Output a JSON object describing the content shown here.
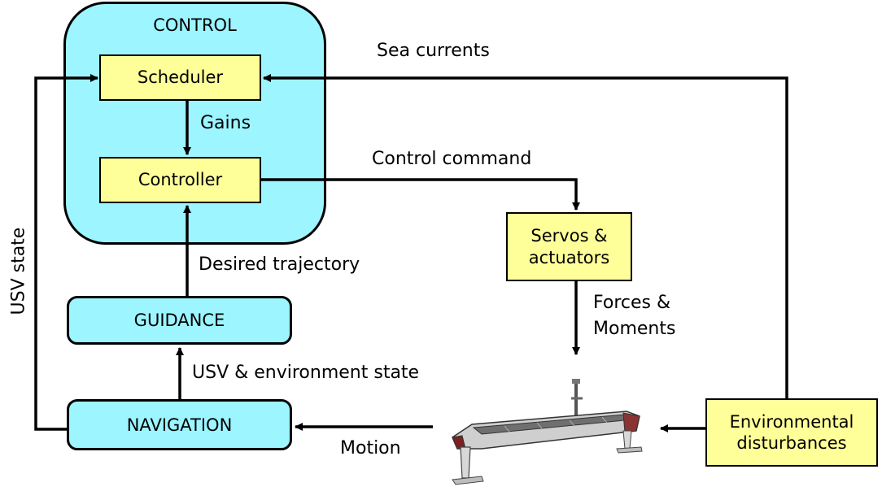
{
  "control": {
    "title": "CONTROL",
    "scheduler": "Scheduler",
    "controller": "Controller"
  },
  "blocks": {
    "servos": "Servos &\nactuators",
    "guidance": "GUIDANCE",
    "navigation": "NAVIGATION",
    "disturbances": "Environmental\ndisturbances"
  },
  "labels": {
    "sea_currents": "Sea currents",
    "gains": "Gains",
    "control_command": "Control command",
    "desired_trajectory": "Desired trajectory",
    "forces_moments": "Forces &\nMoments",
    "usv_env_state": "USV & environment state",
    "motion": "Motion",
    "usv_state": "USV state"
  },
  "colors": {
    "control_fill": "#9cf5ff",
    "block_fill": "#ffff99",
    "line": "#000000"
  },
  "icons": {
    "vessel": "usv-vessel-icon"
  }
}
